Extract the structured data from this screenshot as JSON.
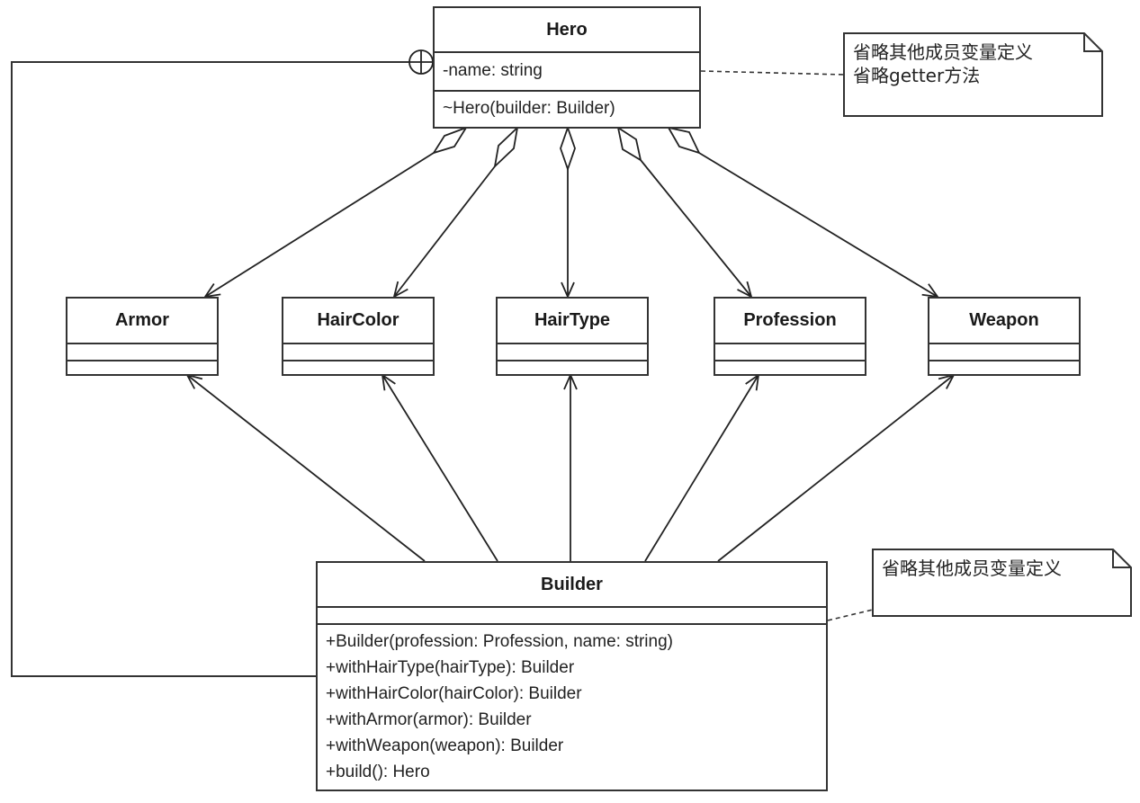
{
  "diagram": {
    "type": "uml-class-diagram",
    "hero": {
      "name": "Hero",
      "attributes": [
        "-name: string"
      ],
      "methods": [
        "~Hero(builder: Builder)"
      ]
    },
    "parts": [
      {
        "name": "Armor"
      },
      {
        "name": "HairColor"
      },
      {
        "name": "HairType"
      },
      {
        "name": "Profession"
      },
      {
        "name": "Weapon"
      }
    ],
    "builder": {
      "name": "Builder",
      "attributes": [],
      "methods": [
        "+Builder(profession: Profession, name: string)",
        "+withHairType(hairType): Builder",
        "+withHairColor(hairColor): Builder",
        "+withArmor(armor): Builder",
        "+withWeapon(weapon): Builder",
        "+build(): Hero"
      ]
    },
    "notes": {
      "hero_note": [
        "省略其他成员变量定义",
        "省略getter方法"
      ],
      "builder_note": [
        "省略其他成员变量定义"
      ]
    },
    "relationships": [
      {
        "from": "Hero",
        "to": "Armor",
        "kind": "aggregation"
      },
      {
        "from": "Hero",
        "to": "HairColor",
        "kind": "aggregation"
      },
      {
        "from": "Hero",
        "to": "HairType",
        "kind": "aggregation"
      },
      {
        "from": "Hero",
        "to": "Profession",
        "kind": "aggregation"
      },
      {
        "from": "Hero",
        "to": "Weapon",
        "kind": "aggregation"
      },
      {
        "from": "Builder",
        "to": "Armor",
        "kind": "association"
      },
      {
        "from": "Builder",
        "to": "HairColor",
        "kind": "association"
      },
      {
        "from": "Builder",
        "to": "HairType",
        "kind": "association"
      },
      {
        "from": "Builder",
        "to": "Profession",
        "kind": "association"
      },
      {
        "from": "Builder",
        "to": "Weapon",
        "kind": "association"
      },
      {
        "from": "Builder",
        "to": "Hero",
        "kind": "nested-class"
      }
    ],
    "colors": {
      "stroke": "#333333",
      "text": "#222222",
      "background": "#ffffff"
    }
  }
}
